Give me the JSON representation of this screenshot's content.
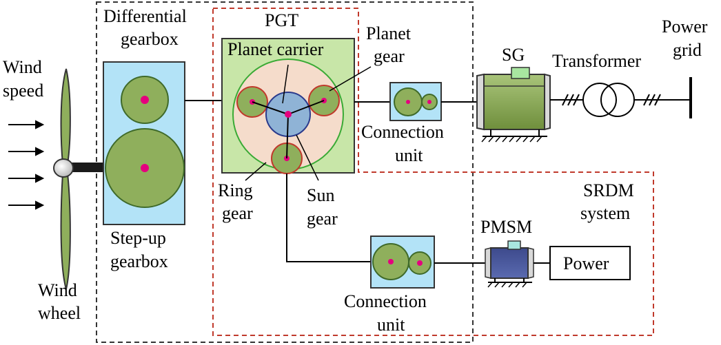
{
  "labels": {
    "wind_speed": [
      "Wind",
      "speed"
    ],
    "wind_wheel": [
      "Wind",
      "wheel"
    ],
    "differential_gearbox": [
      "Differential",
      "gearbox"
    ],
    "step_up_gearbox": [
      "Step-up",
      "gearbox"
    ],
    "pgt": "PGT",
    "planet_carrier": "Planet carrier",
    "planet_gear": [
      "Planet",
      "gear"
    ],
    "ring_gear": [
      "Ring",
      "gear"
    ],
    "sun_gear": [
      "Sun",
      "gear"
    ],
    "connection_unit_top": [
      "Connection",
      "unit"
    ],
    "connection_unit_bottom": [
      "Connection",
      "unit"
    ],
    "sg": "SG",
    "transformer": "Transformer",
    "power_grid": [
      "Power",
      "grid"
    ],
    "srdm_system": [
      "SRDM",
      "system"
    ],
    "pmsm": "PMSM",
    "power": "Power"
  },
  "colors": {
    "gearbox_fill": "#b3e3f7",
    "gear_fill": "#8faf5c",
    "gear_stroke": "#3f6a2a",
    "axle_dot": "#e5007e",
    "pgt_fill": "#c8e6a8",
    "ring_fill": "#f5dccb",
    "ring_stroke": "#3aaa35",
    "planet_stroke": "#c0392b",
    "sun_fill": "#8fb3d6",
    "sun_stroke": "#2a3a8c",
    "sg_body": "#8faf5c",
    "pmsm_body": "#3d4a8c",
    "terminal_box": "#a8e6a0",
    "dashed_black": "#333333",
    "dashed_red": "#c0392b"
  }
}
